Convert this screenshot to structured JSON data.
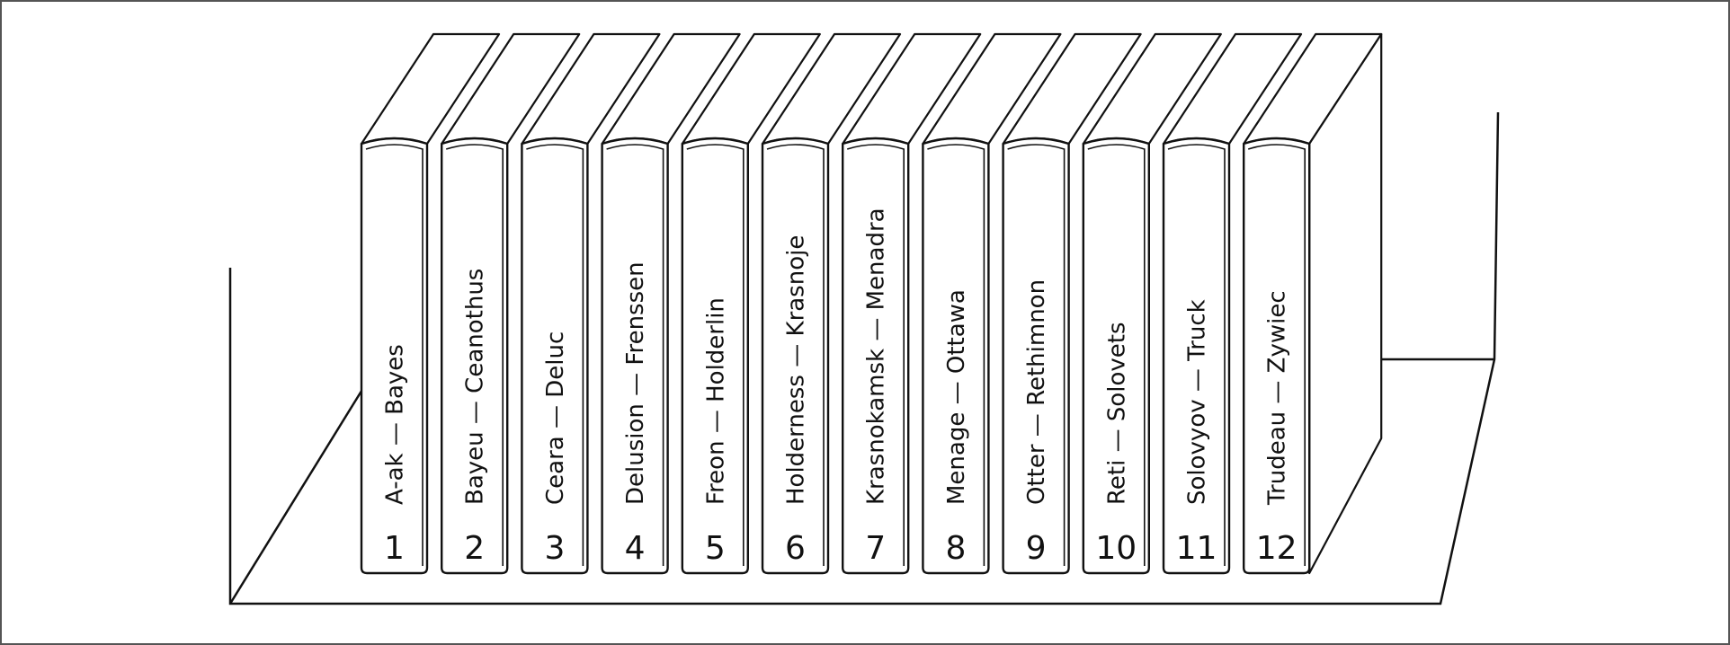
{
  "books": [
    {
      "from": "A-ak",
      "to": "Bayes",
      "volume": "1"
    },
    {
      "from": "Bayeu",
      "to": "Ceanothus",
      "volume": "2"
    },
    {
      "from": "Ceara",
      "to": "Deluc",
      "volume": "3"
    },
    {
      "from": "Delusion",
      "to": "Frenssen",
      "volume": "4"
    },
    {
      "from": "Freon",
      "to": "Holderlin",
      "volume": "5"
    },
    {
      "from": "Holderness",
      "to": "Krasnoje",
      "volume": "6"
    },
    {
      "from": "Krasnokamsk",
      "to": "Menadra",
      "volume": "7"
    },
    {
      "from": "Menage",
      "to": "Ottawa",
      "volume": "8"
    },
    {
      "from": "Otter",
      "to": "Rethimnon",
      "volume": "9"
    },
    {
      "from": "Reti",
      "to": "Solovets",
      "volume": "10"
    },
    {
      "from": "Solovyov",
      "to": "Truck",
      "volume": "11"
    },
    {
      "from": "Trudeau",
      "to": "Zywiec",
      "volume": "12"
    }
  ],
  "dash": "—"
}
